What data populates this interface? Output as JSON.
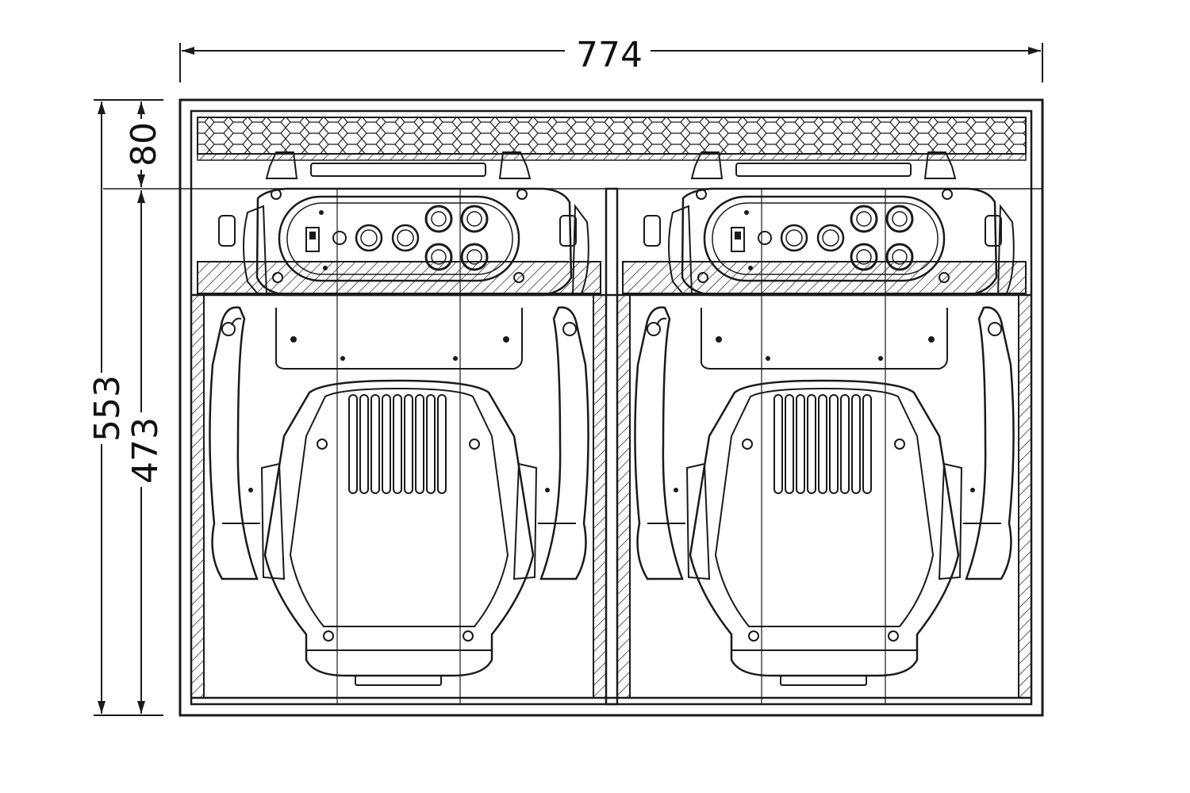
{
  "dimensions": {
    "overall_width": "774",
    "overall_height": "553",
    "inner_height": "473",
    "top_section_height": "80"
  },
  "units": 2,
  "colors": {
    "line": "#1a1a1a",
    "background": "#ffffff"
  }
}
